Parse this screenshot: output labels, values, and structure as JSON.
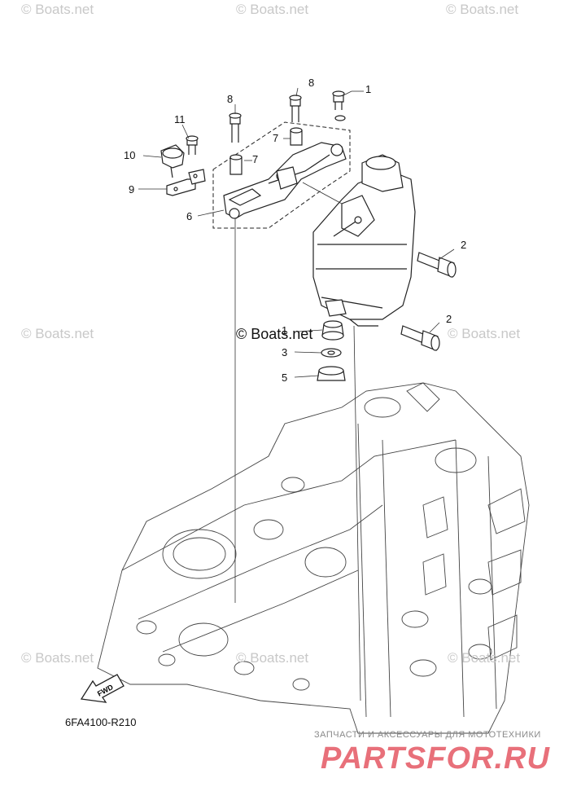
{
  "watermarks": {
    "wm1": "© Boats.net",
    "wm2": "© Boats.net",
    "wm3": "© Boats.net",
    "wm4": "© Boats.net",
    "wm5": "© Boats.net",
    "wm6": "© Boats.net",
    "wm7": "© Boats.net",
    "wm8": "© Boats.net",
    "wm9": "© Boats.net"
  },
  "callouts": {
    "c1": "1",
    "c1b": "1",
    "c2a": "2",
    "c2b": "2",
    "c3": "3",
    "c5": "5",
    "c6": "6",
    "c7a": "7",
    "c7b": "7",
    "c8a": "8",
    "c8b": "8",
    "c9": "9",
    "c10": "10",
    "c11": "11"
  },
  "fwd_label": "FWD",
  "reference_code": "6FA4100-R210",
  "site_caption": "ЗАПЧАСТИ И АКСЕССУАРЫ ДЛЯ МОТОТЕХНИКИ",
  "site_logo": "PARTSFOR.RU"
}
